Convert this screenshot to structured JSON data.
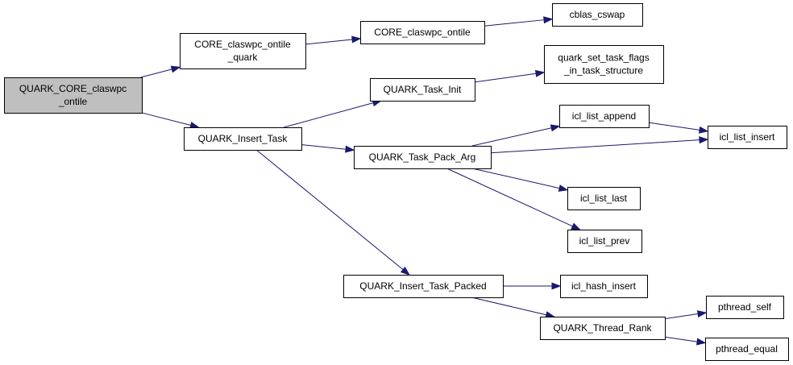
{
  "diagram": {
    "colors": {
      "edge": "#191970",
      "root_fill": "#bfbfbf",
      "node_fill": "#ffffff",
      "node_border": "#000000"
    },
    "nodes": [
      {
        "id": "n0",
        "lines": [
          "QUARK_CORE_claswpc",
          "_ontile"
        ],
        "root": true
      },
      {
        "id": "n1",
        "lines": [
          "CORE_claswpc_ontile",
          "_quark"
        ]
      },
      {
        "id": "n2",
        "lines": [
          "CORE_claswpc_ontile"
        ]
      },
      {
        "id": "n3",
        "lines": [
          "cblas_cswap"
        ]
      },
      {
        "id": "n4",
        "lines": [
          "QUARK_Insert_Task"
        ]
      },
      {
        "id": "n5",
        "lines": [
          "QUARK_Task_Init"
        ]
      },
      {
        "id": "n6",
        "lines": [
          "quark_set_task_flags",
          "_in_task_structure"
        ]
      },
      {
        "id": "n7",
        "lines": [
          "QUARK_Task_Pack_Arg"
        ]
      },
      {
        "id": "n8",
        "lines": [
          "icl_list_append"
        ]
      },
      {
        "id": "n9",
        "lines": [
          "icl_list_insert"
        ]
      },
      {
        "id": "n10",
        "lines": [
          "icl_list_last"
        ]
      },
      {
        "id": "n11",
        "lines": [
          "icl_list_prev"
        ]
      },
      {
        "id": "n12",
        "lines": [
          "QUARK_Insert_Task_Packed"
        ]
      },
      {
        "id": "n13",
        "lines": [
          "icl_hash_insert"
        ]
      },
      {
        "id": "n14",
        "lines": [
          "QUARK_Thread_Rank"
        ]
      },
      {
        "id": "n15",
        "lines": [
          "pthread_self"
        ]
      },
      {
        "id": "n16",
        "lines": [
          "pthread_equal"
        ]
      }
    ],
    "edges": [
      {
        "from": "n0",
        "to": "n1"
      },
      {
        "from": "n0",
        "to": "n4"
      },
      {
        "from": "n1",
        "to": "n2"
      },
      {
        "from": "n2",
        "to": "n3"
      },
      {
        "from": "n4",
        "to": "n5"
      },
      {
        "from": "n4",
        "to": "n7"
      },
      {
        "from": "n4",
        "to": "n12"
      },
      {
        "from": "n5",
        "to": "n6"
      },
      {
        "from": "n7",
        "to": "n8"
      },
      {
        "from": "n7",
        "to": "n9"
      },
      {
        "from": "n7",
        "to": "n10"
      },
      {
        "from": "n7",
        "to": "n11"
      },
      {
        "from": "n8",
        "to": "n9"
      },
      {
        "from": "n12",
        "to": "n13"
      },
      {
        "from": "n12",
        "to": "n14"
      },
      {
        "from": "n14",
        "to": "n15"
      },
      {
        "from": "n14",
        "to": "n16"
      }
    ]
  }
}
